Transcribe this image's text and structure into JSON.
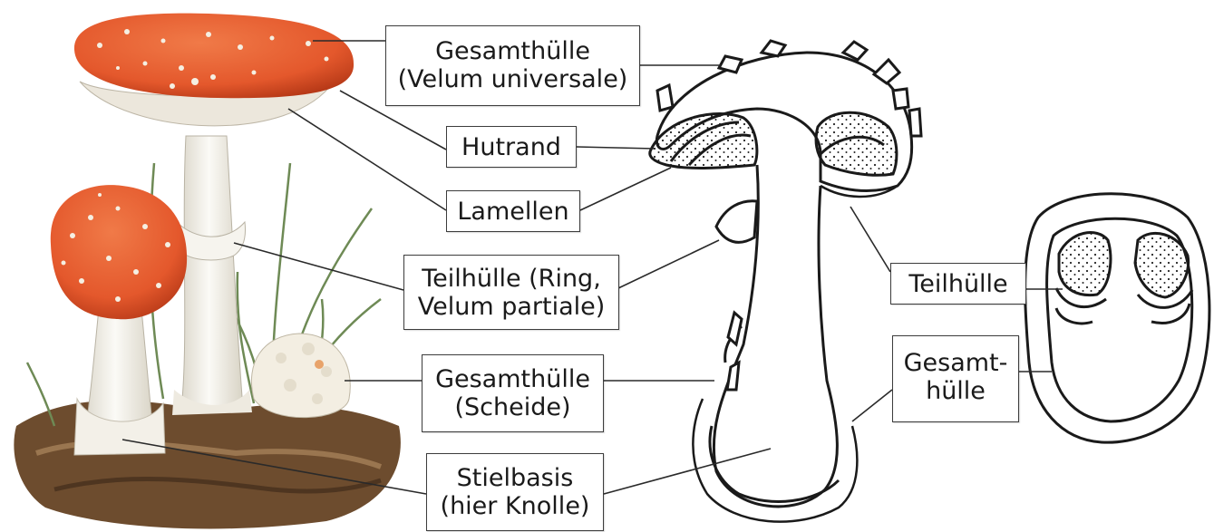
{
  "labels": {
    "gesamthuelle_top": [
      "Gesamthülle",
      "(Velum universale)"
    ],
    "hutrand": [
      "Hutrand"
    ],
    "lamellen": [
      "Lamellen"
    ],
    "teilhuelle_ring": [
      "Teilhülle (Ring,",
      "Velum partiale)"
    ],
    "gesamthuelle_scheide": [
      "Gesamthülle",
      "(Scheide)"
    ],
    "stielbasis": [
      "Stielbasis",
      "(hier Knolle)"
    ],
    "teilhuelle_right": [
      "Teilhülle"
    ],
    "gesamthuelle_right": [
      "Gesamt-",
      "hülle"
    ]
  },
  "colors": {
    "cap_red": "#e4582c",
    "cap_dark": "#c63e1c",
    "stem": "#f2f0ea",
    "soil": "#7a5a3a",
    "grass": "#6e8a55",
    "line": "#1a1a1a"
  }
}
